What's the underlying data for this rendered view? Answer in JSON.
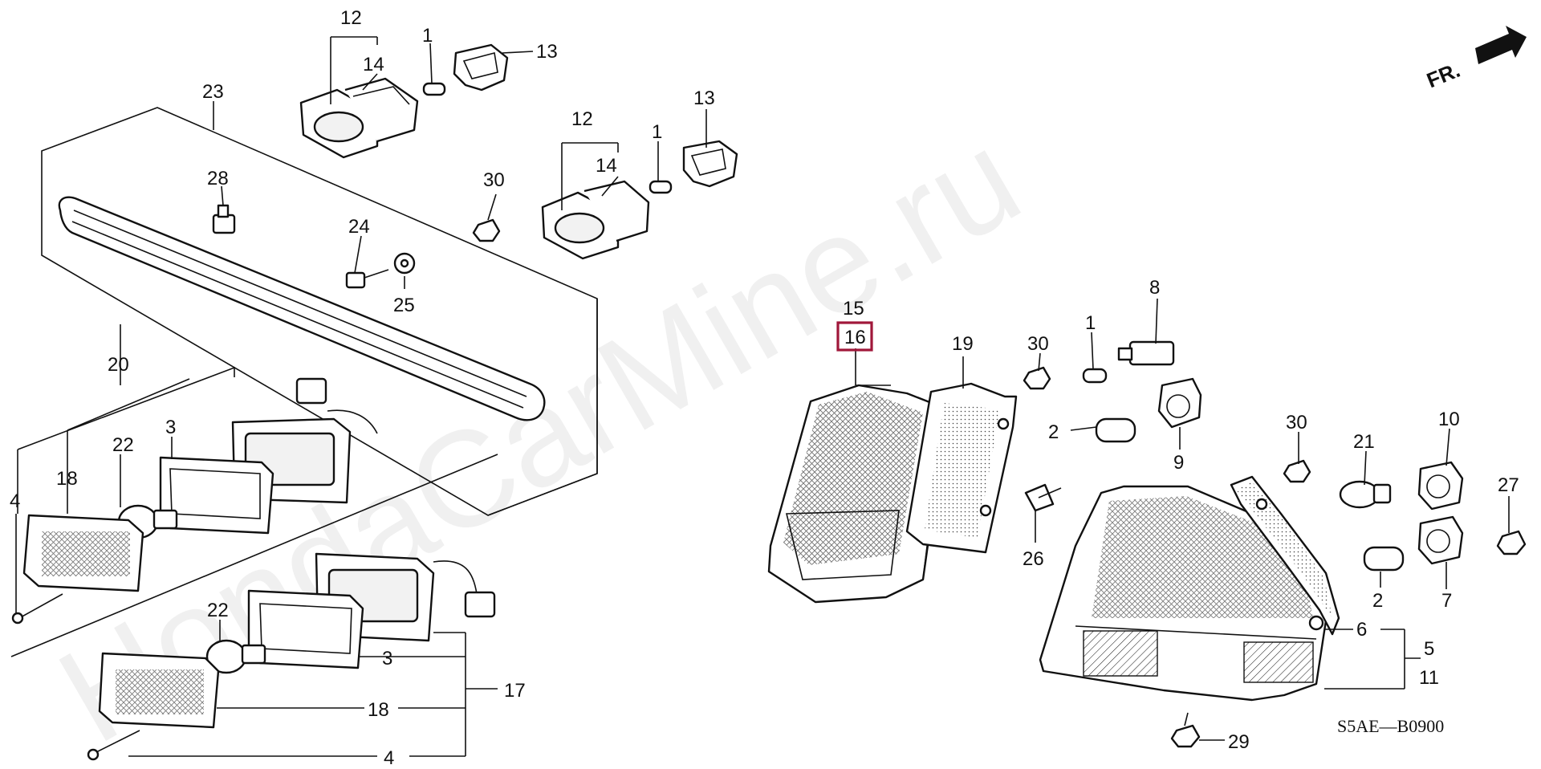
{
  "diagram": {
    "watermark": "HondaCarMine.ru",
    "code": "S5AE—B0900",
    "fr_label": "FR.",
    "highlight": {
      "label": "16",
      "color": "#a0173a"
    },
    "callouts": [
      {
        "id": "c12a",
        "label": "12"
      },
      {
        "id": "c14a",
        "label": "14"
      },
      {
        "id": "c1a",
        "label": "1"
      },
      {
        "id": "c13a",
        "label": "13"
      },
      {
        "id": "c23",
        "label": "23"
      },
      {
        "id": "c12b",
        "label": "12"
      },
      {
        "id": "c14b",
        "label": "14"
      },
      {
        "id": "c1b",
        "label": "1"
      },
      {
        "id": "c13b",
        "label": "13"
      },
      {
        "id": "c28",
        "label": "28"
      },
      {
        "id": "c30a",
        "label": "30"
      },
      {
        "id": "c24",
        "label": "24"
      },
      {
        "id": "c25",
        "label": "25"
      },
      {
        "id": "c20",
        "label": "20"
      },
      {
        "id": "c3a",
        "label": "3"
      },
      {
        "id": "c22a",
        "label": "22"
      },
      {
        "id": "c18a",
        "label": "18"
      },
      {
        "id": "c4a",
        "label": "4"
      },
      {
        "id": "c22b",
        "label": "22"
      },
      {
        "id": "c3b",
        "label": "3"
      },
      {
        "id": "c17",
        "label": "17"
      },
      {
        "id": "c18b",
        "label": "18"
      },
      {
        "id": "c4b",
        "label": "4"
      },
      {
        "id": "c15",
        "label": "15"
      },
      {
        "id": "c19",
        "label": "19"
      },
      {
        "id": "c30b",
        "label": "30"
      },
      {
        "id": "c1c",
        "label": "1"
      },
      {
        "id": "c8",
        "label": "8"
      },
      {
        "id": "c2a",
        "label": "2"
      },
      {
        "id": "c9",
        "label": "9"
      },
      {
        "id": "c26",
        "label": "26"
      },
      {
        "id": "c30c",
        "label": "30"
      },
      {
        "id": "c21",
        "label": "21"
      },
      {
        "id": "c10",
        "label": "10"
      },
      {
        "id": "c27",
        "label": "27"
      },
      {
        "id": "c2b",
        "label": "2"
      },
      {
        "id": "c7",
        "label": "7"
      },
      {
        "id": "c6",
        "label": "6"
      },
      {
        "id": "c5",
        "label": "5"
      },
      {
        "id": "c11",
        "label": "11"
      },
      {
        "id": "c29",
        "label": "29"
      }
    ]
  }
}
